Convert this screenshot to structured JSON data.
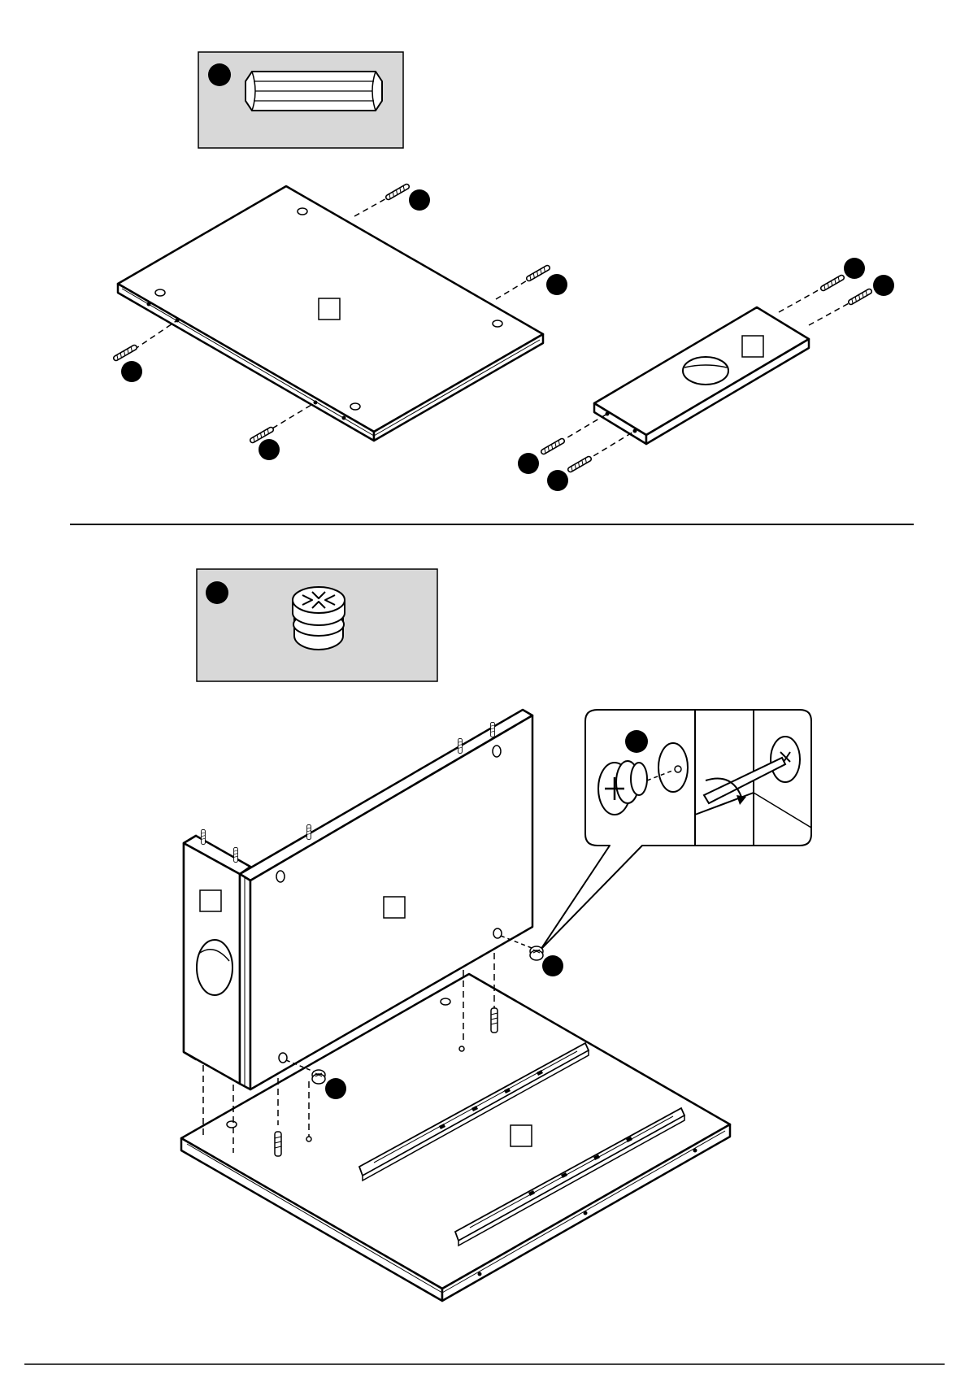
{
  "page": {
    "title": "",
    "background": "#ffffff",
    "line_color": "#000000",
    "callout_fill": "#d8d8d8"
  },
  "step_1": {
    "hardware_callout": {
      "icon": "wooden-dowel-icon",
      "badge": ""
    },
    "panels": [
      {
        "name": "top-panel",
        "label_box": "",
        "dowel_count": 4
      },
      {
        "name": "narrow-panel",
        "label_box": "",
        "dowel_count": 4
      }
    ]
  },
  "step_2": {
    "hardware_callout": {
      "icon": "cam-lock-icon",
      "badge": ""
    },
    "detail_callout": {
      "icons": [
        "cam-lock-icon",
        "screwdriver-icon"
      ],
      "badge": ""
    },
    "panels": [
      {
        "name": "side-panel",
        "label_box": ""
      },
      {
        "name": "back-panel",
        "label_box": ""
      },
      {
        "name": "base-panel",
        "label_box": ""
      }
    ],
    "cam_lock_count": 2
  }
}
